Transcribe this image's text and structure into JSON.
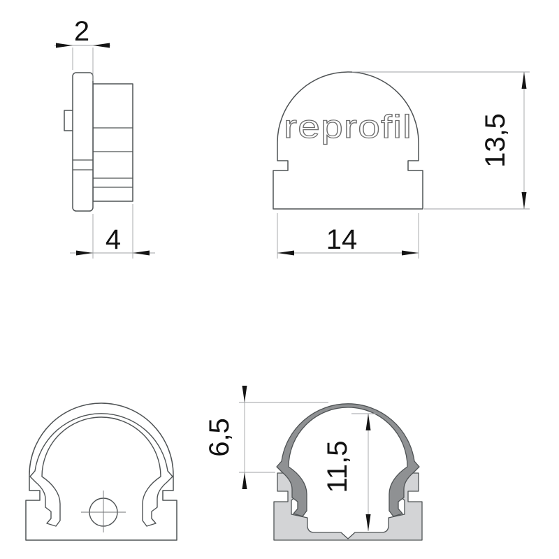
{
  "brand": {
    "logo_text": "reprofil"
  },
  "dimensions": {
    "side_top_width": "2",
    "side_bottom_width": "4",
    "front_width": "14",
    "front_height": "13,5",
    "section_cover_height": "6,5",
    "section_inner_height": "11,5"
  },
  "colors": {
    "cover_fill": "#8f9193",
    "channel_fill": "#d3d4d6",
    "outline": "#4f5355",
    "thin_line": "#9fa2a4",
    "logo_stroke": "#6b6b6b",
    "text": "#111111",
    "background": "#ffffff"
  }
}
